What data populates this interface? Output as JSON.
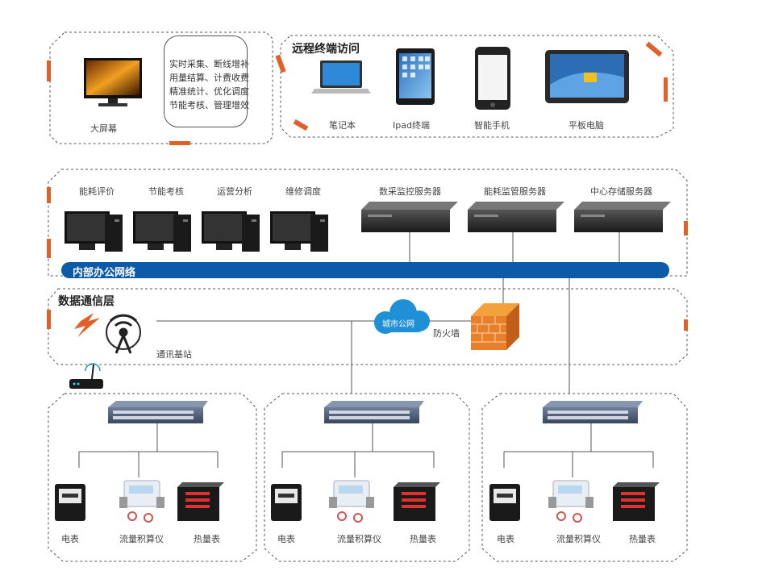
{
  "top_left": {
    "screen_label": "大屏幕",
    "features": [
      "实时采集、断线增补",
      "用量结算、计费收费",
      "精准统计、优化调度",
      "节能考核、管理增效"
    ]
  },
  "remote": {
    "title": "远程终端访问",
    "devices": [
      {
        "label": "笔记本",
        "icon": "laptop-icon"
      },
      {
        "label": "Ipad终端",
        "icon": "tablet-icon"
      },
      {
        "label": "智能手机",
        "icon": "smartphone-icon"
      },
      {
        "label": "平板电脑",
        "icon": "windows-tablet-icon"
      }
    ]
  },
  "office": {
    "workstations": [
      "能耗评价",
      "节能考核",
      "运营分析",
      "维修调度"
    ],
    "servers": [
      "数采监控服务器",
      "能耗监管服务器",
      "中心存储服务器"
    ],
    "network_label": "内部办公网络"
  },
  "comm": {
    "title": "数据通信层",
    "base_station_label": "通讯基站",
    "cloud_label": "城市公网",
    "firewall_label": "防火墙"
  },
  "groups": [
    {
      "meters": [
        "电表",
        "流量积算仪",
        "热量表"
      ]
    },
    {
      "meters": [
        "电表",
        "流量积算仪",
        "热量表"
      ]
    },
    {
      "meters": [
        "电表",
        "流量积算仪",
        "热量表"
      ]
    }
  ],
  "colors": {
    "network_blue": "#0d5ba8",
    "accent_orange": "#e0602a",
    "cloud_blue": "#1f8fd6"
  }
}
